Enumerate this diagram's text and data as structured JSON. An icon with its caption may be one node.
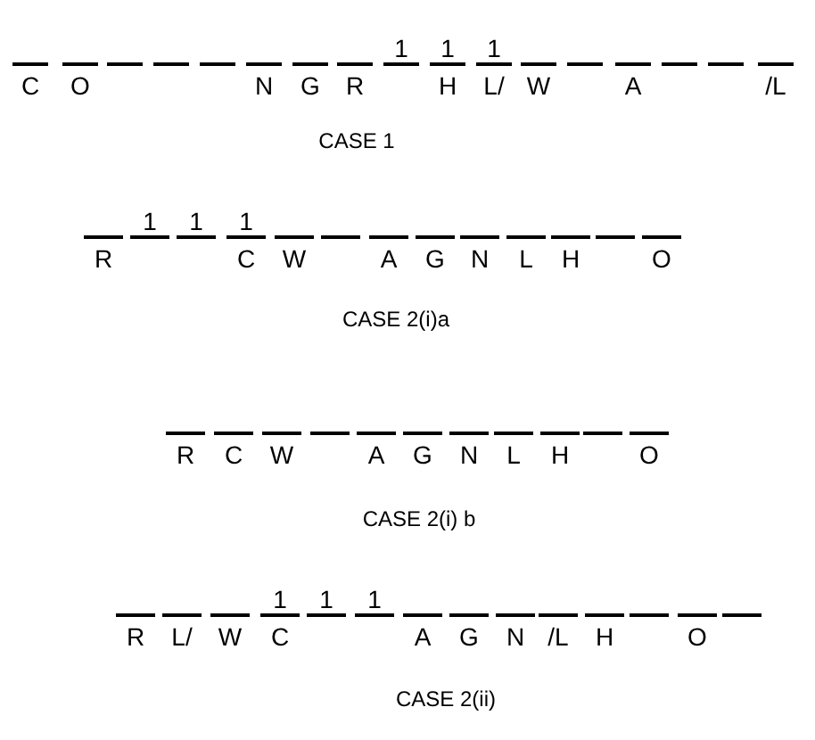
{
  "diagram": {
    "nodes": [
      {
        "text": [
          "C"
        ]
      },
      {
        "text": [
          "O"
        ]
      },
      {
        "text": [],
        "shape": "bar"
      },
      {
        "text": [],
        "shape": "bar"
      },
      {
        "text": [],
        "shape": "bar"
      },
      {
        "text": [
          "N"
        ]
      },
      {
        "text": [
          "G"
        ]
      },
      {
        "text": [
          "R"
        ]
      },
      {
        "text": [],
        "shape": "bar",
        "beside": [
          "1"
        ]
      },
      {
        "text": [
          "H"
        ],
        "beside": [
          "1"
        ]
      },
      {
        "text": [
          "L/"
        ],
        "beside": [
          "1"
        ]
      },
      {
        "text": [
          "W"
        ]
      },
      {
        "text": [],
        "shape": "bar"
      },
      {
        "text": [
          "A"
        ]
      },
      {
        "text": [],
        "shape": "bar"
      },
      {
        "text": [],
        "shape": "bar"
      },
      {
        "text": [
          "/L"
        ]
      },
      {
        "text": [
          "R"
        ]
      },
      {
        "text": [],
        "shape": "bar",
        "beside": [
          "1"
        ]
      },
      {
        "text": [],
        "shape": "bar",
        "beside": [
          "1"
        ]
      },
      {
        "text": [
          "C"
        ],
        "beside": [
          "1"
        ]
      },
      {
        "text": [
          "W"
        ]
      },
      {
        "text": [],
        "shape": "bar"
      },
      {
        "text": [
          "A"
        ]
      },
      {
        "text": [
          "G"
        ]
      },
      {
        "text": [
          "N"
        ]
      },
      {
        "text": [
          "L"
        ]
      },
      {
        "text": [
          "H"
        ]
      },
      {
        "text": [],
        "shape": "bar"
      },
      {
        "text": [
          "O"
        ]
      },
      {
        "text": [
          "R"
        ]
      },
      {
        "text": [
          "C"
        ]
      },
      {
        "text": [
          "W"
        ]
      },
      {
        "text": [],
        "shape": "bar"
      },
      {
        "text": [
          "A"
        ]
      },
      {
        "text": [
          "G"
        ]
      },
      {
        "text": [
          "N"
        ]
      },
      {
        "text": [
          "L"
        ]
      },
      {
        "text": [
          "H"
        ]
      },
      {
        "text": [],
        "shape": "bar"
      },
      {
        "text": [
          "O"
        ]
      },
      {
        "text": [
          "R"
        ]
      },
      {
        "text": [
          "L/"
        ]
      },
      {
        "text": [
          "W"
        ]
      },
      {
        "text": [
          "C"
        ],
        "beside": [
          "1"
        ]
      },
      {
        "text": [],
        "shape": "bar",
        "beside": [
          "1"
        ]
      },
      {
        "text": [],
        "shape": "bar",
        "beside": [
          "1"
        ]
      },
      {
        "text": [
          "A"
        ]
      },
      {
        "text": [
          "G"
        ]
      },
      {
        "text": [
          "N"
        ]
      },
      {
        "text": [
          "/L"
        ]
      },
      {
        "text": [
          "H"
        ]
      },
      {
        "text": [],
        "shape": "bar"
      },
      {
        "text": [
          "O"
        ]
      },
      {
        "text": [],
        "shape": "bar"
      }
    ],
    "labels": [
      "CASE 1",
      "CASE 2(i)a",
      "CASE 2(i) b",
      "CASE 2(ii)"
    ]
  }
}
